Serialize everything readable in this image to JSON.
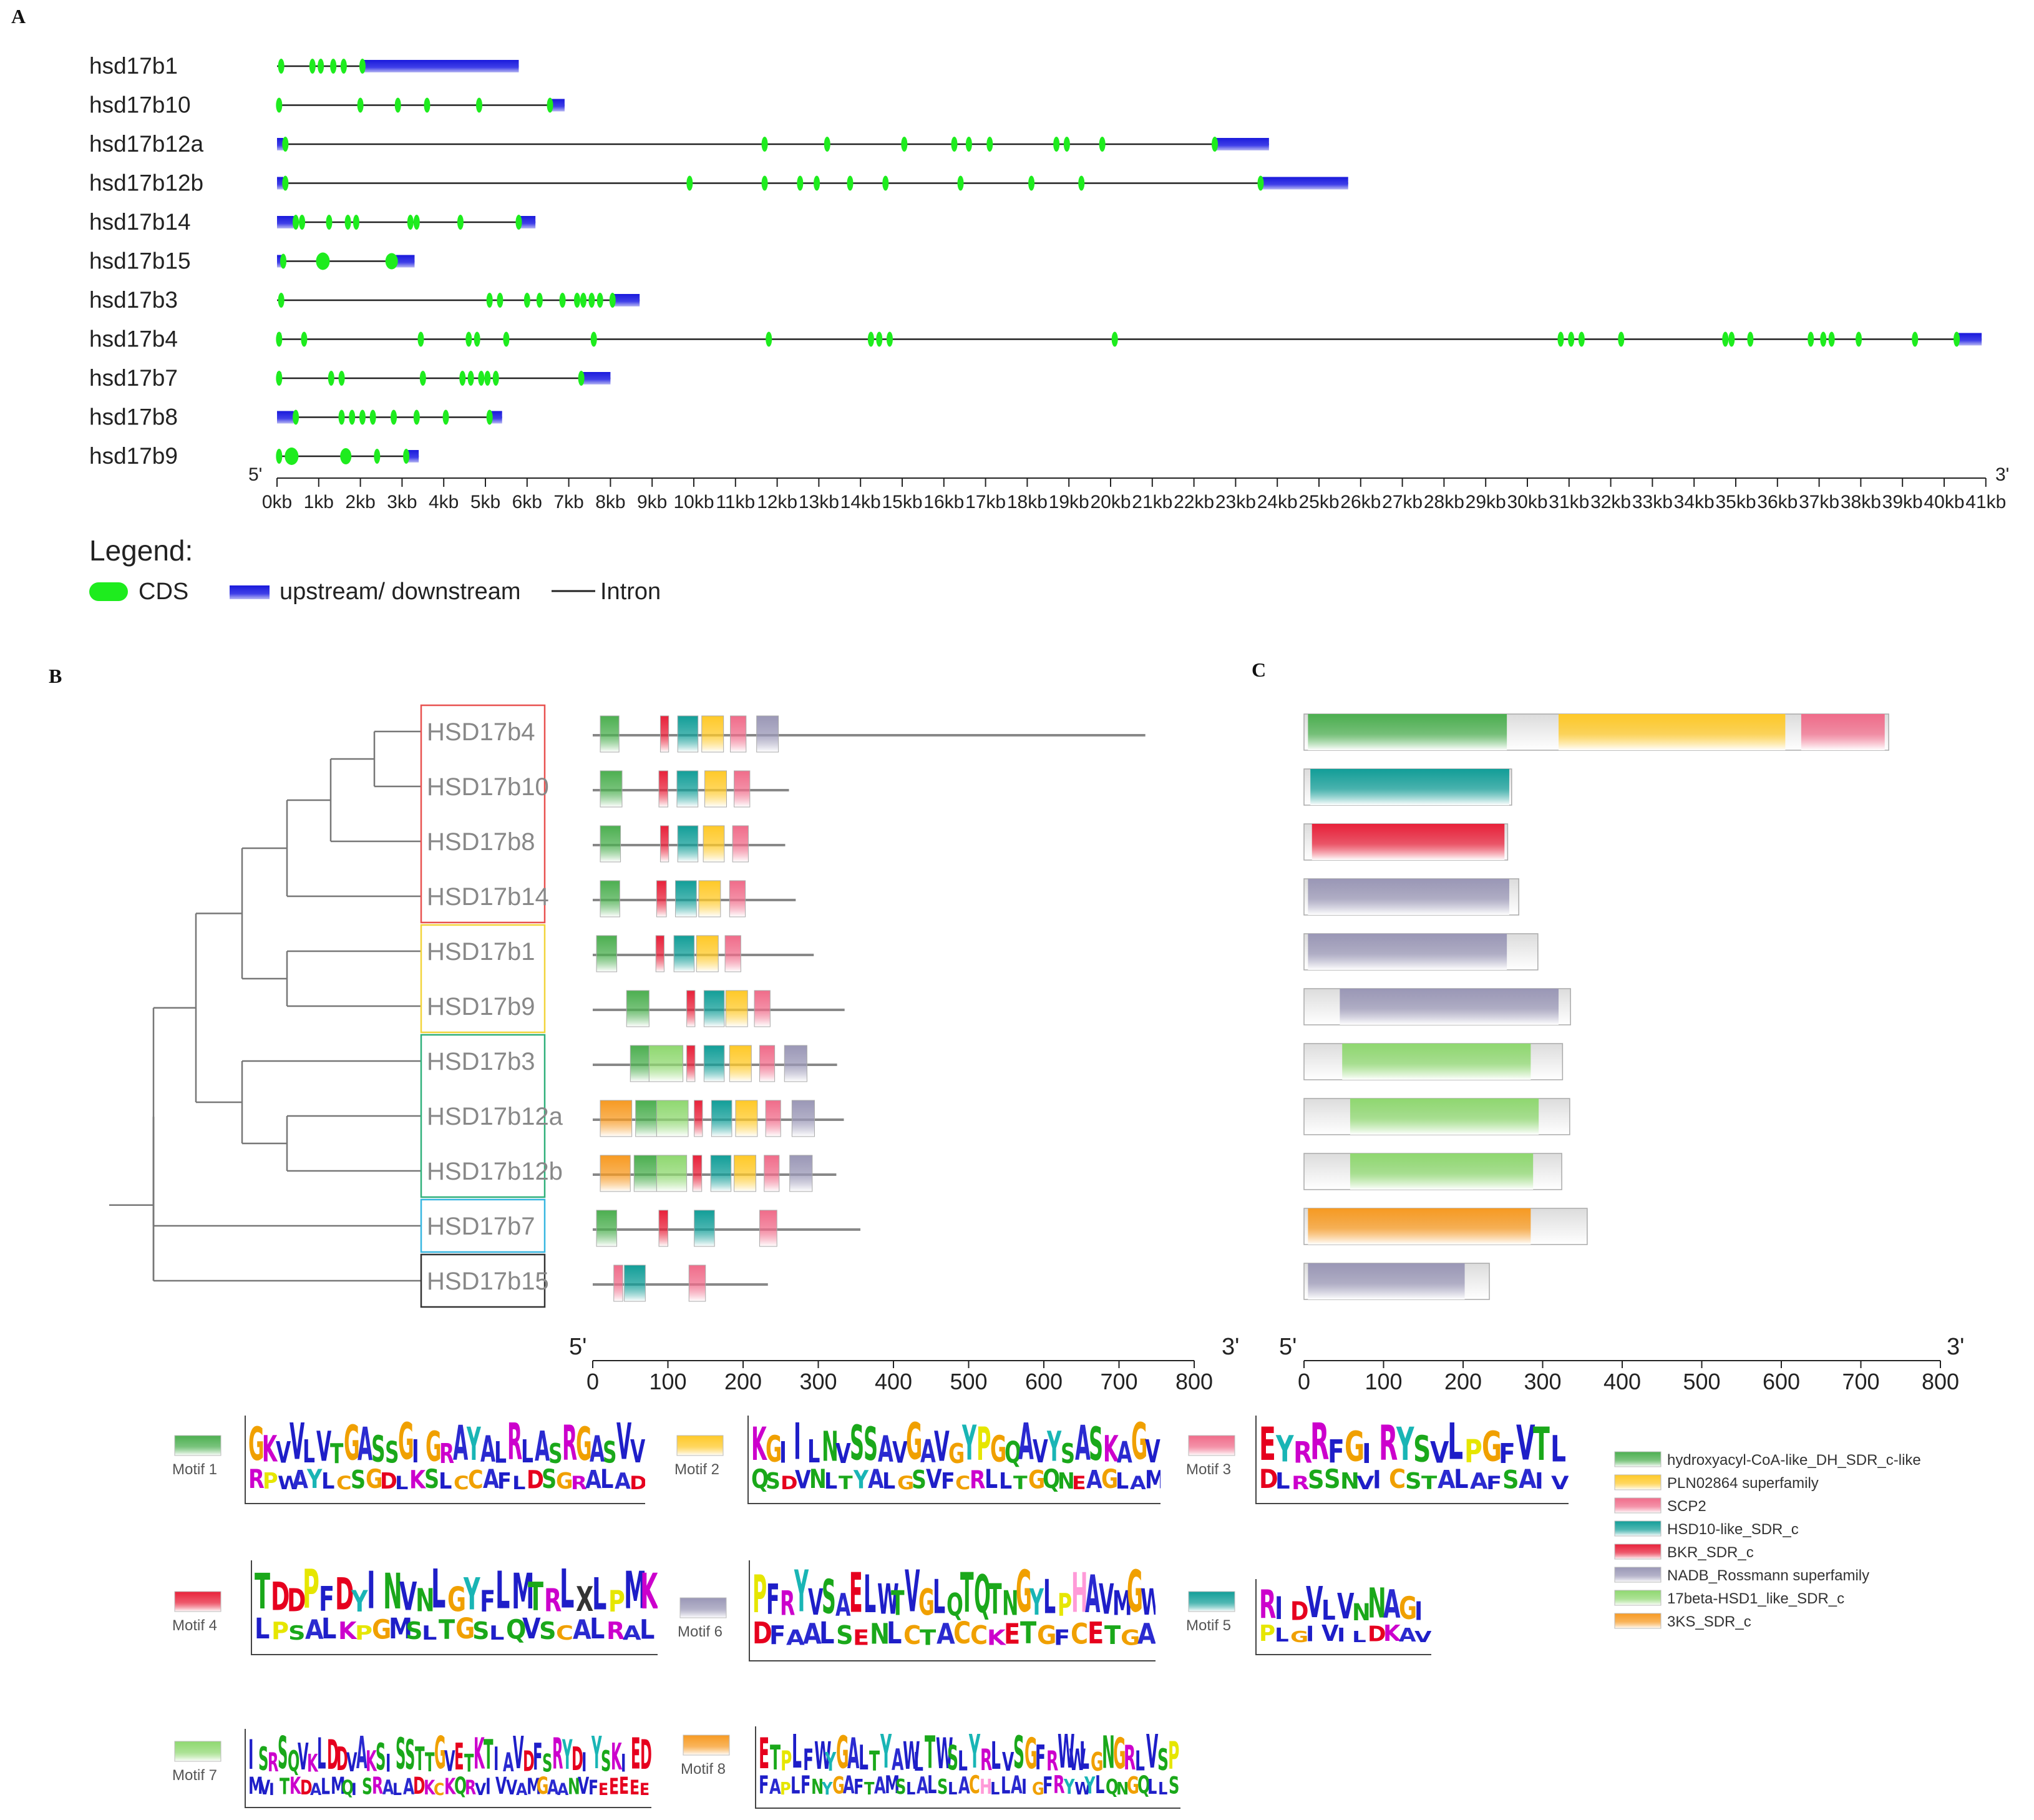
{
  "panels": {
    "a": "A",
    "b": "B",
    "c": "C"
  },
  "gene_structure": {
    "genes": [
      {
        "name": "hsd17b1",
        "length_kb": 5.8,
        "cds": [
          0.1,
          0.85,
          1.05,
          1.35,
          1.6,
          2.05
        ],
        "utr": [
          [
            2.05,
            5.8
          ]
        ]
      },
      {
        "name": "hsd17b10",
        "length_kb": 6.9,
        "cds": [
          0.05,
          2.0,
          2.9,
          3.6,
          4.85,
          6.55
        ],
        "utr": [
          [
            6.55,
            6.9
          ]
        ]
      },
      {
        "name": "hsd17b12a",
        "length_kb": 23.8,
        "cds": [
          0.2,
          11.7,
          13.2,
          15.05,
          16.25,
          16.6,
          17.1,
          18.7,
          18.95,
          19.8,
          22.5
        ],
        "utr": [
          [
            0,
            0.15
          ],
          [
            22.5,
            23.8
          ]
        ]
      },
      {
        "name": "hsd17b12b",
        "length_kb": 25.7,
        "cds": [
          0.2,
          9.9,
          11.7,
          12.55,
          12.95,
          13.75,
          14.6,
          16.4,
          18.1,
          19.3,
          23.6
        ],
        "utr": [
          [
            0,
            0.15
          ],
          [
            23.6,
            25.7
          ]
        ]
      },
      {
        "name": "hsd17b14",
        "length_kb": 6.2,
        "cds": [
          0.45,
          0.6,
          1.25,
          1.7,
          1.9,
          3.2,
          3.35,
          4.4,
          5.8
        ],
        "utr": [
          [
            0,
            0.4
          ],
          [
            5.8,
            6.2
          ]
        ]
      },
      {
        "name": "hsd17b15",
        "length_kb": 3.3,
        "cds": [
          0.15,
          1.1,
          2.75
        ],
        "utr": [
          [
            0,
            0.15
          ],
          [
            2.75,
            3.3
          ]
        ]
      },
      {
        "name": "hsd17b3",
        "length_kb": 8.7,
        "cds": [
          0.1,
          5.1,
          5.35,
          6.0,
          6.3,
          6.85,
          7.2,
          7.35,
          7.55,
          7.75,
          8.05
        ],
        "utr": [
          [
            8.05,
            8.7
          ]
        ]
      },
      {
        "name": "hsd17b4",
        "length_kb": 40.9,
        "cds": [
          0.05,
          0.65,
          3.45,
          4.6,
          4.8,
          5.5,
          7.6,
          11.8,
          14.25,
          14.45,
          14.7,
          20.1,
          30.8,
          31.05,
          31.3,
          32.25,
          34.75,
          34.9,
          35.35,
          36.8,
          37.1,
          37.3,
          37.95,
          39.3,
          40.3
        ],
        "utr": [
          [
            0,
            0.1
          ],
          [
            40.3,
            40.9
          ]
        ]
      },
      {
        "name": "hsd17b7",
        "length_kb": 8.0,
        "cds": [
          0.05,
          1.3,
          1.55,
          3.5,
          4.45,
          4.65,
          4.9,
          5.05,
          5.25,
          7.3
        ],
        "utr": [
          [
            0,
            0.1
          ],
          [
            7.3,
            8.0
          ]
        ]
      },
      {
        "name": "hsd17b8",
        "length_kb": 5.4,
        "cds": [
          0.45,
          1.55,
          1.8,
          2.05,
          2.3,
          2.8,
          3.35,
          4.05,
          5.1
        ],
        "utr": [
          [
            0,
            0.4
          ],
          [
            5.1,
            5.4
          ]
        ]
      },
      {
        "name": "hsd17b9",
        "length_kb": 3.4,
        "cds": [
          0.05,
          0.35,
          1.65,
          2.4,
          3.1
        ],
        "utr": [
          [
            3.1,
            3.4
          ]
        ]
      }
    ],
    "axis": {
      "five_prime": "5'",
      "three_prime": "3'",
      "ticks": [
        "0kb",
        "1kb",
        "2kb",
        "3kb",
        "4kb",
        "5kb",
        "6kb",
        "7kb",
        "8kb",
        "9kb",
        "10kb",
        "11kb",
        "12kb",
        "13kb",
        "14kb",
        "15kb",
        "16kb",
        "17kb",
        "18kb",
        "19kb",
        "20kb",
        "21kb",
        "22kb",
        "23kb",
        "24kb",
        "25kb",
        "26kb",
        "27kb",
        "28kb",
        "29kb",
        "30kb",
        "31kb",
        "32kb",
        "33kb",
        "34kb",
        "35kb",
        "36kb",
        "37kb",
        "38kb",
        "39kb",
        "40kb",
        "41kb"
      ]
    },
    "legend": {
      "title": "Legend:",
      "cds": "CDS",
      "utr": "upstream/ downstream",
      "intron": "Intron"
    }
  },
  "tree": {
    "leaves": [
      {
        "name": "HSD17b4",
        "box_color": "#e8514f",
        "length": 735
      },
      {
        "name": "HSD17b10",
        "box_color": "#e8514f",
        "length": 261
      },
      {
        "name": "HSD17b8",
        "box_color": "#e8514f",
        "length": 256
      },
      {
        "name": "HSD17b14",
        "box_color": "#e8514f",
        "length": 270
      },
      {
        "name": "HSD17b1",
        "box_color": "#f2d43a",
        "length": 294
      },
      {
        "name": "HSD17b9",
        "box_color": "#f2d43a",
        "length": 335
      },
      {
        "name": "HSD17b3",
        "box_color": "#2fb07a",
        "length": 325
      },
      {
        "name": "HSD17b12a",
        "box_color": "#2fb07a",
        "length": 334
      },
      {
        "name": "HSD17b12b",
        "box_color": "#2fb07a",
        "length": 324
      },
      {
        "name": "HSD17b7",
        "box_color": "#37b6e0",
        "length": 356
      },
      {
        "name": "HSD17b15",
        "box_color": "#333333",
        "length": 233
      }
    ]
  },
  "motif_structure": {
    "motifs_by_leaf": [
      [
        [
          1,
          10,
          35
        ],
        [
          4,
          90,
          101
        ],
        [
          5,
          113,
          140
        ],
        [
          2,
          145,
          174
        ],
        [
          3,
          183,
          204
        ],
        [
          6,
          218,
          247
        ]
      ],
      [
        [
          1,
          10,
          39
        ],
        [
          4,
          88,
          100
        ],
        [
          5,
          112,
          140
        ],
        [
          2,
          149,
          178
        ],
        [
          3,
          188,
          209
        ]
      ],
      [
        [
          1,
          10,
          37
        ],
        [
          4,
          90,
          101
        ],
        [
          5,
          113,
          140
        ],
        [
          2,
          147,
          175
        ],
        [
          3,
          186,
          207
        ]
      ],
      [
        [
          1,
          10,
          36
        ],
        [
          4,
          85,
          98
        ],
        [
          5,
          110,
          138
        ],
        [
          2,
          141,
          170
        ],
        [
          3,
          182,
          203
        ]
      ],
      [
        [
          1,
          5,
          32
        ],
        [
          4,
          84,
          95
        ],
        [
          5,
          108,
          135
        ],
        [
          2,
          138,
          167
        ],
        [
          3,
          176,
          197
        ]
      ],
      [
        [
          1,
          45,
          75
        ],
        [
          4,
          125,
          136
        ],
        [
          5,
          148,
          175
        ],
        [
          2,
          177,
          206
        ],
        [
          3,
          215,
          236
        ]
      ],
      [
        [
          1,
          50,
          75
        ],
        [
          7,
          75,
          120
        ],
        [
          4,
          125,
          136
        ],
        [
          5,
          148,
          175
        ],
        [
          2,
          182,
          211
        ],
        [
          3,
          222,
          242
        ],
        [
          6,
          255,
          285
        ]
      ],
      [
        [
          8,
          10,
          52
        ],
        [
          1,
          57,
          85
        ],
        [
          7,
          85,
          127
        ],
        [
          4,
          135,
          146
        ],
        [
          5,
          158,
          185
        ],
        [
          2,
          190,
          219
        ],
        [
          3,
          230,
          250
        ],
        [
          6,
          265,
          295
        ]
      ],
      [
        [
          8,
          10,
          50
        ],
        [
          1,
          55,
          85
        ],
        [
          7,
          85,
          125
        ],
        [
          4,
          133,
          145
        ],
        [
          5,
          157,
          184
        ],
        [
          2,
          188,
          217
        ],
        [
          3,
          228,
          248
        ],
        [
          6,
          262,
          292
        ]
      ],
      [
        [
          1,
          5,
          32
        ],
        [
          4,
          88,
          100
        ],
        [
          5,
          135,
          162
        ],
        [
          3,
          222,
          245
        ]
      ],
      [
        [
          3,
          28,
          40
        ],
        [
          5,
          42,
          70
        ],
        [
          3,
          128,
          150
        ]
      ]
    ],
    "axis": {
      "five_prime": "5'",
      "three_prime": "3'",
      "ticks": [
        "0",
        "100",
        "200",
        "300",
        "400",
        "500",
        "600",
        "700",
        "800"
      ]
    }
  },
  "domain_structure": {
    "domains_by_leaf": [
      [
        [
          1,
          5,
          255
        ],
        [
          2,
          320,
          605
        ],
        [
          3,
          625,
          730
        ]
      ],
      [
        [
          4,
          8,
          258
        ]
      ],
      [
        [
          5,
          10,
          252
        ]
      ],
      [
        [
          6,
          5,
          258
        ]
      ],
      [
        [
          6,
          5,
          255
        ]
      ],
      [
        [
          6,
          45,
          320
        ]
      ],
      [
        [
          7,
          48,
          285
        ]
      ],
      [
        [
          7,
          58,
          295
        ]
      ],
      [
        [
          7,
          58,
          288
        ]
      ],
      [
        [
          8,
          5,
          285
        ]
      ],
      [
        [
          6,
          5,
          202
        ]
      ]
    ],
    "axis": {
      "five_prime": "5'",
      "three_prime": "3'",
      "ticks": [
        "0",
        "100",
        "200",
        "300",
        "400",
        "500",
        "600",
        "700",
        "800"
      ]
    },
    "legend": [
      {
        "label": "hydroxyacyl-CoA-like_DH_SDR_c-like",
        "color": "#4caf50"
      },
      {
        "label": "PLN02864 superfamily",
        "color": "#ffc928"
      },
      {
        "label": "SCP2",
        "color": "#f06c8a"
      },
      {
        "label": "HSD10-like_SDR_c",
        "color": "#129e98"
      },
      {
        "label": "BKR_SDR_c",
        "color": "#e8213a"
      },
      {
        "label": "NADB_Rossmann superfamily",
        "color": "#9a97b6"
      },
      {
        "label": "17beta-HSD1_like_SDR_c",
        "color": "#8fd870"
      },
      {
        "label": "3KS_SDR_c",
        "color": "#f79a22"
      }
    ]
  },
  "motif_legend": [
    {
      "id": 1,
      "label": "Motif 1",
      "color": "#4caf50"
    },
    {
      "id": 2,
      "label": "Motif 2",
      "color": "#ffc928"
    },
    {
      "id": 3,
      "label": "Motif 3",
      "color": "#f06c8a"
    },
    {
      "id": 4,
      "label": "Motif 4",
      "color": "#e8213a"
    },
    {
      "id": 5,
      "label": "Motif 5",
      "color": "#129e98"
    },
    {
      "id": 6,
      "label": "Motif 6",
      "color": "#9a97b6"
    },
    {
      "id": 7,
      "label": "Motif 7",
      "color": "#8fd870"
    },
    {
      "id": 8,
      "label": "Motif 8",
      "color": "#f79a22"
    }
  ],
  "sequence_logos": [
    {
      "motif": 1,
      "top": "GKVVLVTGASSGIGRAYALRLASRGASVV",
      "bottom": "RPWAYLCSGDLKSLCCAFLDSGRALAD"
    },
    {
      "motif": 2,
      "top": "KGIILNVSSAVGAVGYPGQAVYSASKAGV",
      "bottom": "QSDVNLTYALGSVFCRLLTGQNEAGLAM"
    },
    {
      "motif": 3,
      "top": "EYRRFGIRYSVLPGFVTL",
      "bottom": "DLRSSNVICSTALAFSAIV"
    },
    {
      "motif": 4,
      "top": "TDDPFDYINVNLGYFLMTRLXLPMK",
      "bottom": "LPSALKPGMSLTGSLQVSCALRAL"
    },
    {
      "motif": 5,
      "top": "RIDVLVNNAGI",
      "bottom": "PLGIVILDKAV"
    },
    {
      "motif": 6,
      "top": "PFRYVSAELWTVGLQTQTNGYLPHAVMGW",
      "bottom": "DFAALSENLCTACCKETGFCETGA"
    },
    {
      "motif": 7,
      "top": "ISRSQVKLDDVAKSISSTTGVETKTIAVDFSRYDIYSKIED",
      "bottom": "MVITKDALMQISRALADKCKQRVIVVAMGAANVFEEEEE"
    },
    {
      "motif": 8,
      "top": "ETPLFWYGALTYAWLTWSLYRLVSGFRWWLGNGRLVSP",
      "bottom": "FAPLFNYGAFTAMSLALSLACHLLAIGFRYWYLQNGQLLS"
    }
  ]
}
